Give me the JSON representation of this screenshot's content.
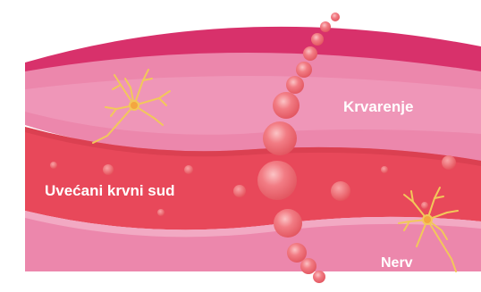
{
  "labels": {
    "bleeding": "Krvarenje",
    "enlarged_vessel": "Uvećani krvni sud",
    "nerve": "Nerv"
  },
  "colors": {
    "background": "#ffffff",
    "tissue_edge": "#d8316b",
    "tissue_pink": "#ec87ac",
    "tissue_light": "#f5b8cd",
    "vessel": "#e8485a",
    "vessel_dark": "#cf3a4a",
    "bead": "#f0707a",
    "bead_highlight": "#f9b0b3",
    "nerve": "#f2c85a",
    "nerve_core": "#f4a640",
    "label_text": "#ffffff"
  },
  "icons": [
    "nerve-cell-icon",
    "nerve-cell-icon"
  ]
}
